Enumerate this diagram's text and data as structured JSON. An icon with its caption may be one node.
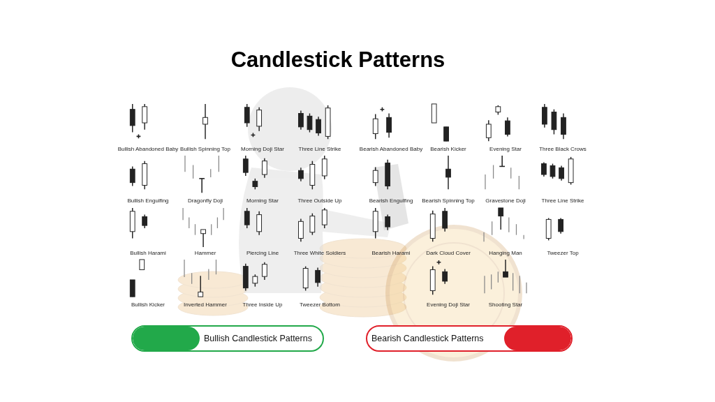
{
  "diagram": {
    "title": "Candlestick Patterns",
    "nodes": [
      {
        "text": [
          "Bullish Candlestick Patterns"
        ]
      },
      {
        "text": [
          "Bearish Candlestick Patterns"
        ]
      }
    ],
    "edges": [],
    "labels": [
      "Bullish Abandoned Baby",
      "Bullish Spinning Top",
      "Morning Doji Star",
      "Three Line Strike",
      "Bearish Abandoned Baby",
      "Bearish Kicker",
      "Evening Star",
      "Three Black Crows",
      "Bullish Engulfing",
      "Dragonfly Doji",
      "Morning Star",
      "Three Outside Up",
      "Bearish Engulfing",
      "Bearish Spinning Top",
      "Gravestone Doji",
      "Three Line Strike",
      "Bullish Harami",
      "Hammer",
      "Piercing Line",
      "Three White Soldiers",
      "Bearish Harami",
      "Dark Cloud Cover",
      "Hanging Man",
      "Tweezer Top",
      "Bullish Kicker",
      "Inverted Hammer",
      "Three Inside Up",
      "Tweezer Bottom",
      "Evening Doji Star",
      "Shooting Star"
    ]
  }
}
